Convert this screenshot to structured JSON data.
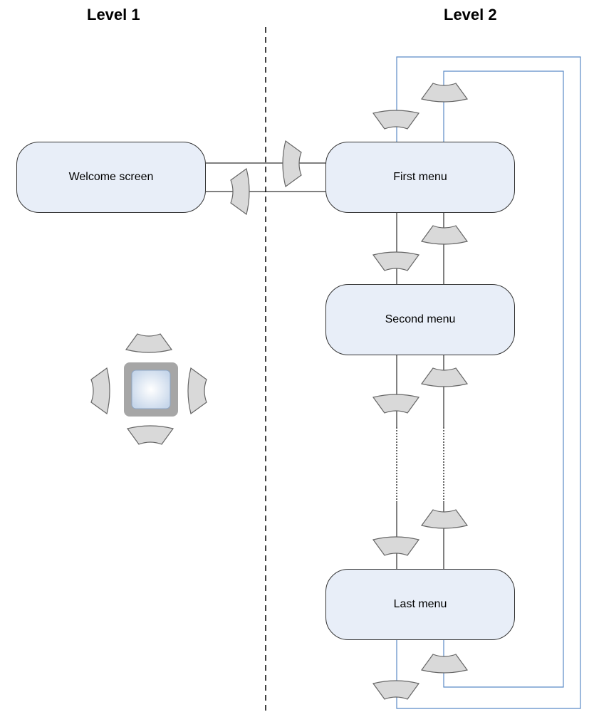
{
  "levels": {
    "level1": "Level 1",
    "level2": "Level 2"
  },
  "screens": {
    "welcome": "Welcome screen",
    "first": "First menu",
    "second": "Second menu",
    "last": "Last menu"
  },
  "colors": {
    "box_fill": "#e8eef8",
    "box_border": "#333333",
    "arrow_fill": "#d9d9d9",
    "arrow_stroke": "#666666",
    "wrap_line": "#5a8ac6",
    "center_key_outer": "#a6a6a6",
    "center_key_inner": "#dbe6f2"
  },
  "icons": {
    "up": "up-arrow-key-icon",
    "down": "down-arrow-key-icon",
    "left": "left-arrow-key-icon",
    "right": "right-arrow-key-icon",
    "center": "center-key-icon"
  }
}
